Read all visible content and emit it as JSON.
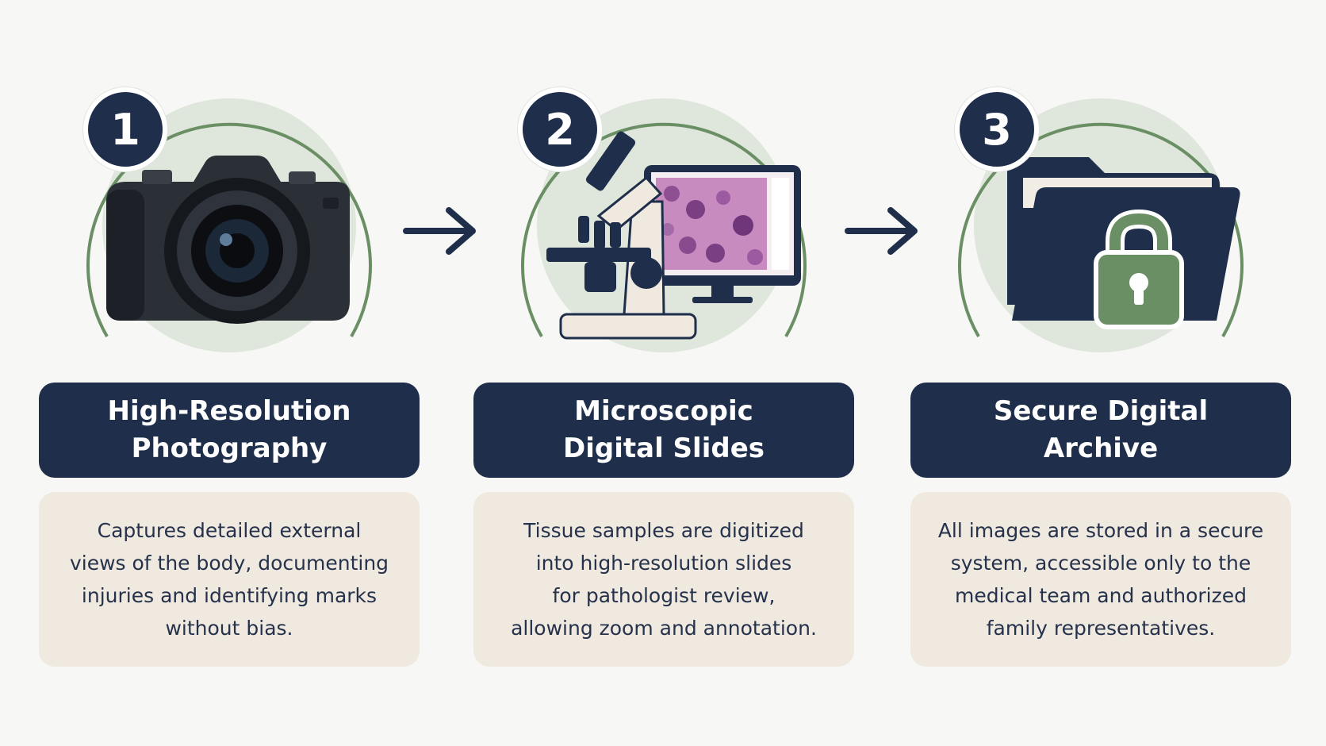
{
  "steps": [
    {
      "number": "1",
      "title_lines": [
        "High-Resolution",
        "Photography"
      ],
      "description_lines": [
        "Captures detailed external",
        "views of the body, documenting",
        "injuries and identifying marks",
        "without bias."
      ],
      "icon": "camera-icon"
    },
    {
      "number": "2",
      "title_lines": [
        "Microscopic",
        "Digital Slides"
      ],
      "description_lines": [
        "Tissue samples are digitized",
        "into high-resolution slides",
        "for pathologist review,",
        "allowing zoom and annotation."
      ],
      "icon": "microscope-icon"
    },
    {
      "number": "3",
      "title_lines": [
        "Secure Digital",
        "Archive"
      ],
      "description_lines": [
        "All images are stored in a secure",
        "system, accessible only to the",
        "medical team and authorized",
        "family representatives."
      ],
      "icon": "locked-folder-icon"
    }
  ],
  "colors": {
    "navy": "#1e2e4b",
    "sage": "#6b8f64",
    "circle_fill": "#dfe6db",
    "desc_bg": "#efe9df",
    "background": "#f7f7f5"
  }
}
